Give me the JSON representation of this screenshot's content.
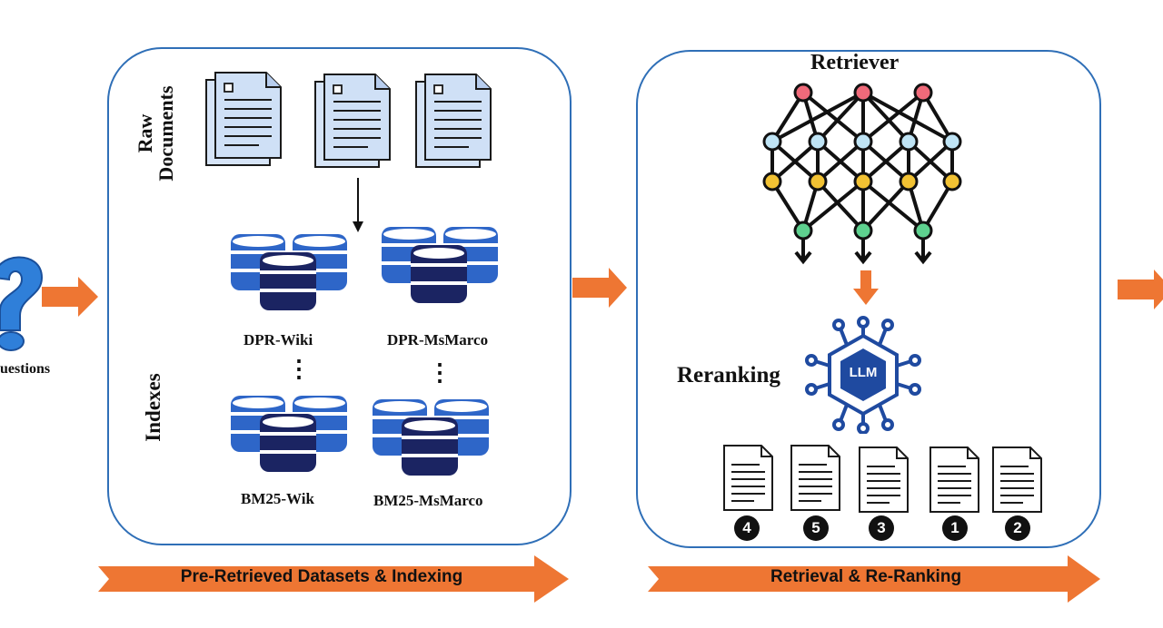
{
  "left": {
    "questions_label": "uestions"
  },
  "indexing_panel": {
    "raw_documents_label": [
      "Raw",
      "Documents"
    ],
    "indexes_label": "Indexes",
    "index_names": [
      "DPR-Wiki",
      "DPR-MsMarco",
      "BM25-Wik",
      "BM25-MsMarco"
    ],
    "continuation_dots": "⋮"
  },
  "retrieval_panel": {
    "retriever_label": "Retriever",
    "reranking_label": "Reranking",
    "llm_label": "LLM",
    "ranked_doc_numbers": [
      "4",
      "5",
      "3",
      "1",
      "2"
    ]
  },
  "banners": {
    "indexing": "Pre-Retrieved Datasets & Indexing",
    "retrieval": "Retrieval & Re-Ranking"
  },
  "colors": {
    "panel_border": "#2f6fb7",
    "arrow_orange": "#ee7633",
    "db_blue": "#2e66c8",
    "db_navy": "#1b2462",
    "node_red": "#f06a7a",
    "node_light_blue": "#bfe4f5",
    "node_yellow": "#f2c233",
    "node_green": "#5ed18f"
  },
  "icons": [
    "question-mark-icon",
    "document-stack-icon",
    "database-icon",
    "neural-network-icon",
    "llm-chip-icon",
    "document-icon"
  ]
}
